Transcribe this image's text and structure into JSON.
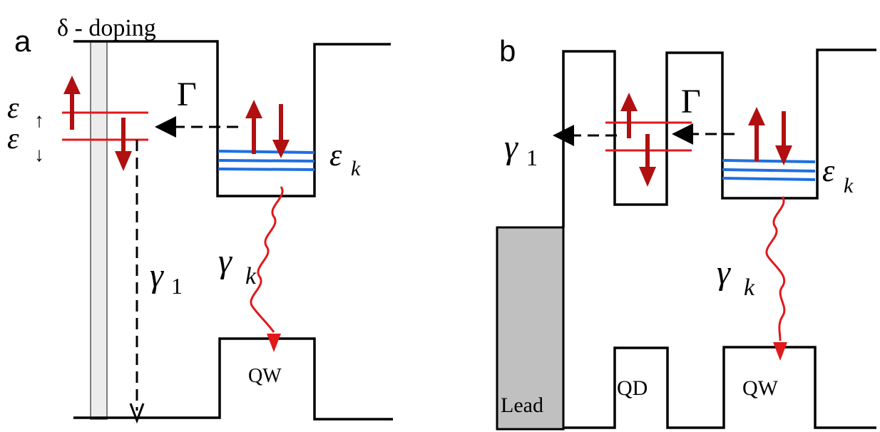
{
  "panel_a": {
    "label": "a",
    "doping_label": "δ - doping",
    "gamma_coupling": "Γ",
    "eps_up": {
      "symbol": "ε",
      "subscript": "↑"
    },
    "eps_down": {
      "symbol": "ε",
      "subscript": "↓"
    },
    "eps_k": {
      "symbol": "ε",
      "subscript": "k"
    },
    "gamma_1": {
      "symbol": "γ",
      "subscript": "1"
    },
    "gamma_k": {
      "symbol": "γ",
      "subscript": "k"
    },
    "qw_label": "QW"
  },
  "panel_b": {
    "label": "b",
    "gamma_coupling": "Γ",
    "gamma_1": {
      "symbol": "γ",
      "subscript": "1"
    },
    "eps_k": {
      "symbol": "ε",
      "subscript": "k"
    },
    "gamma_k": {
      "symbol": "γ",
      "subscript": "k"
    },
    "qd_label": "QD",
    "qw_label": "QW",
    "lead_label": "Lead"
  },
  "colors": {
    "spin_arrows": "#b01010",
    "impurity_levels": "#e0191b",
    "qw_levels": "#1f6fe0",
    "lead_fill": "#c0c0c0",
    "doping_layer_fill": "#ececec"
  }
}
